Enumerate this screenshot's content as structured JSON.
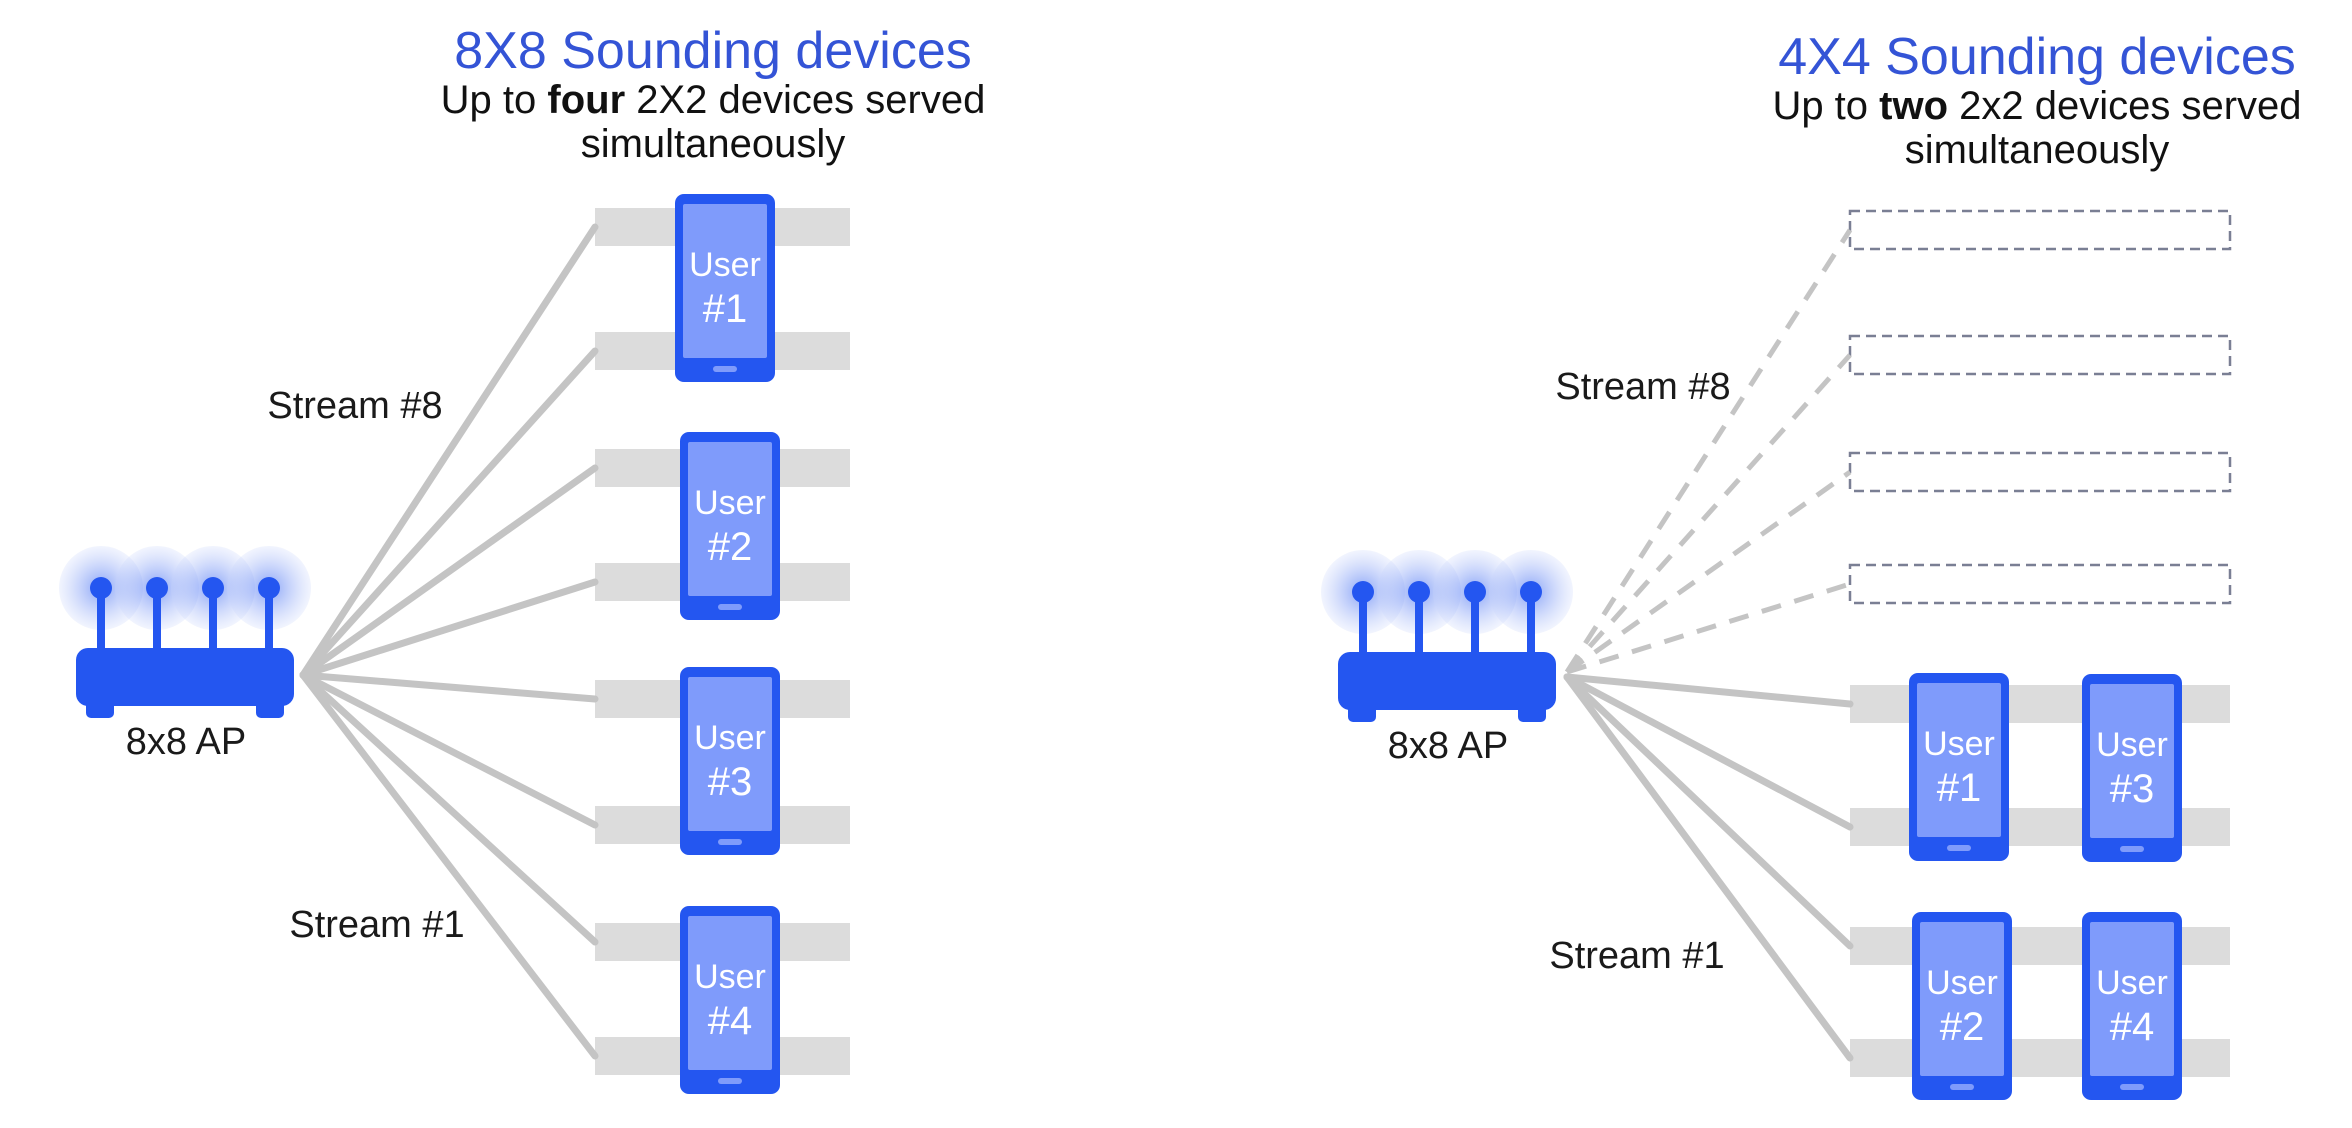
{
  "colors": {
    "accent_blue": "#2456f0",
    "phone_screen": "#7f9bfb",
    "title_blue": "#3454d6",
    "stream_gray": "#c4c4c4",
    "slot_gray": "#dcdcdc"
  },
  "left_panel": {
    "title": "8X8 Sounding devices",
    "subtitle_pre": "Up to ",
    "subtitle_bold": "four",
    "subtitle_post": " 2X2 devices served",
    "subtitle_line2": "simultaneously",
    "ap_label": "8x8 AP",
    "stream_top_label": "Stream #8",
    "stream_bottom_label": "Stream #1",
    "users": [
      {
        "line1": "User",
        "line2": "#1"
      },
      {
        "line1": "User",
        "line2": "#2"
      },
      {
        "line1": "User",
        "line2": "#3"
      },
      {
        "line1": "User",
        "line2": "#4"
      }
    ]
  },
  "right_panel": {
    "title": "4X4 Sounding devices",
    "subtitle_pre": "Up to ",
    "subtitle_bold": "two",
    "subtitle_post": " 2x2 devices served",
    "subtitle_line2": "simultaneously",
    "ap_label": "8x8 AP",
    "stream_top_label": "Stream #8",
    "stream_bottom_label": "Stream #1",
    "users": [
      {
        "line1": "User",
        "line2": "#1"
      },
      {
        "line1": "User",
        "line2": "#3"
      },
      {
        "line1": "User",
        "line2": "#2"
      },
      {
        "line1": "User",
        "line2": "#4"
      }
    ]
  }
}
